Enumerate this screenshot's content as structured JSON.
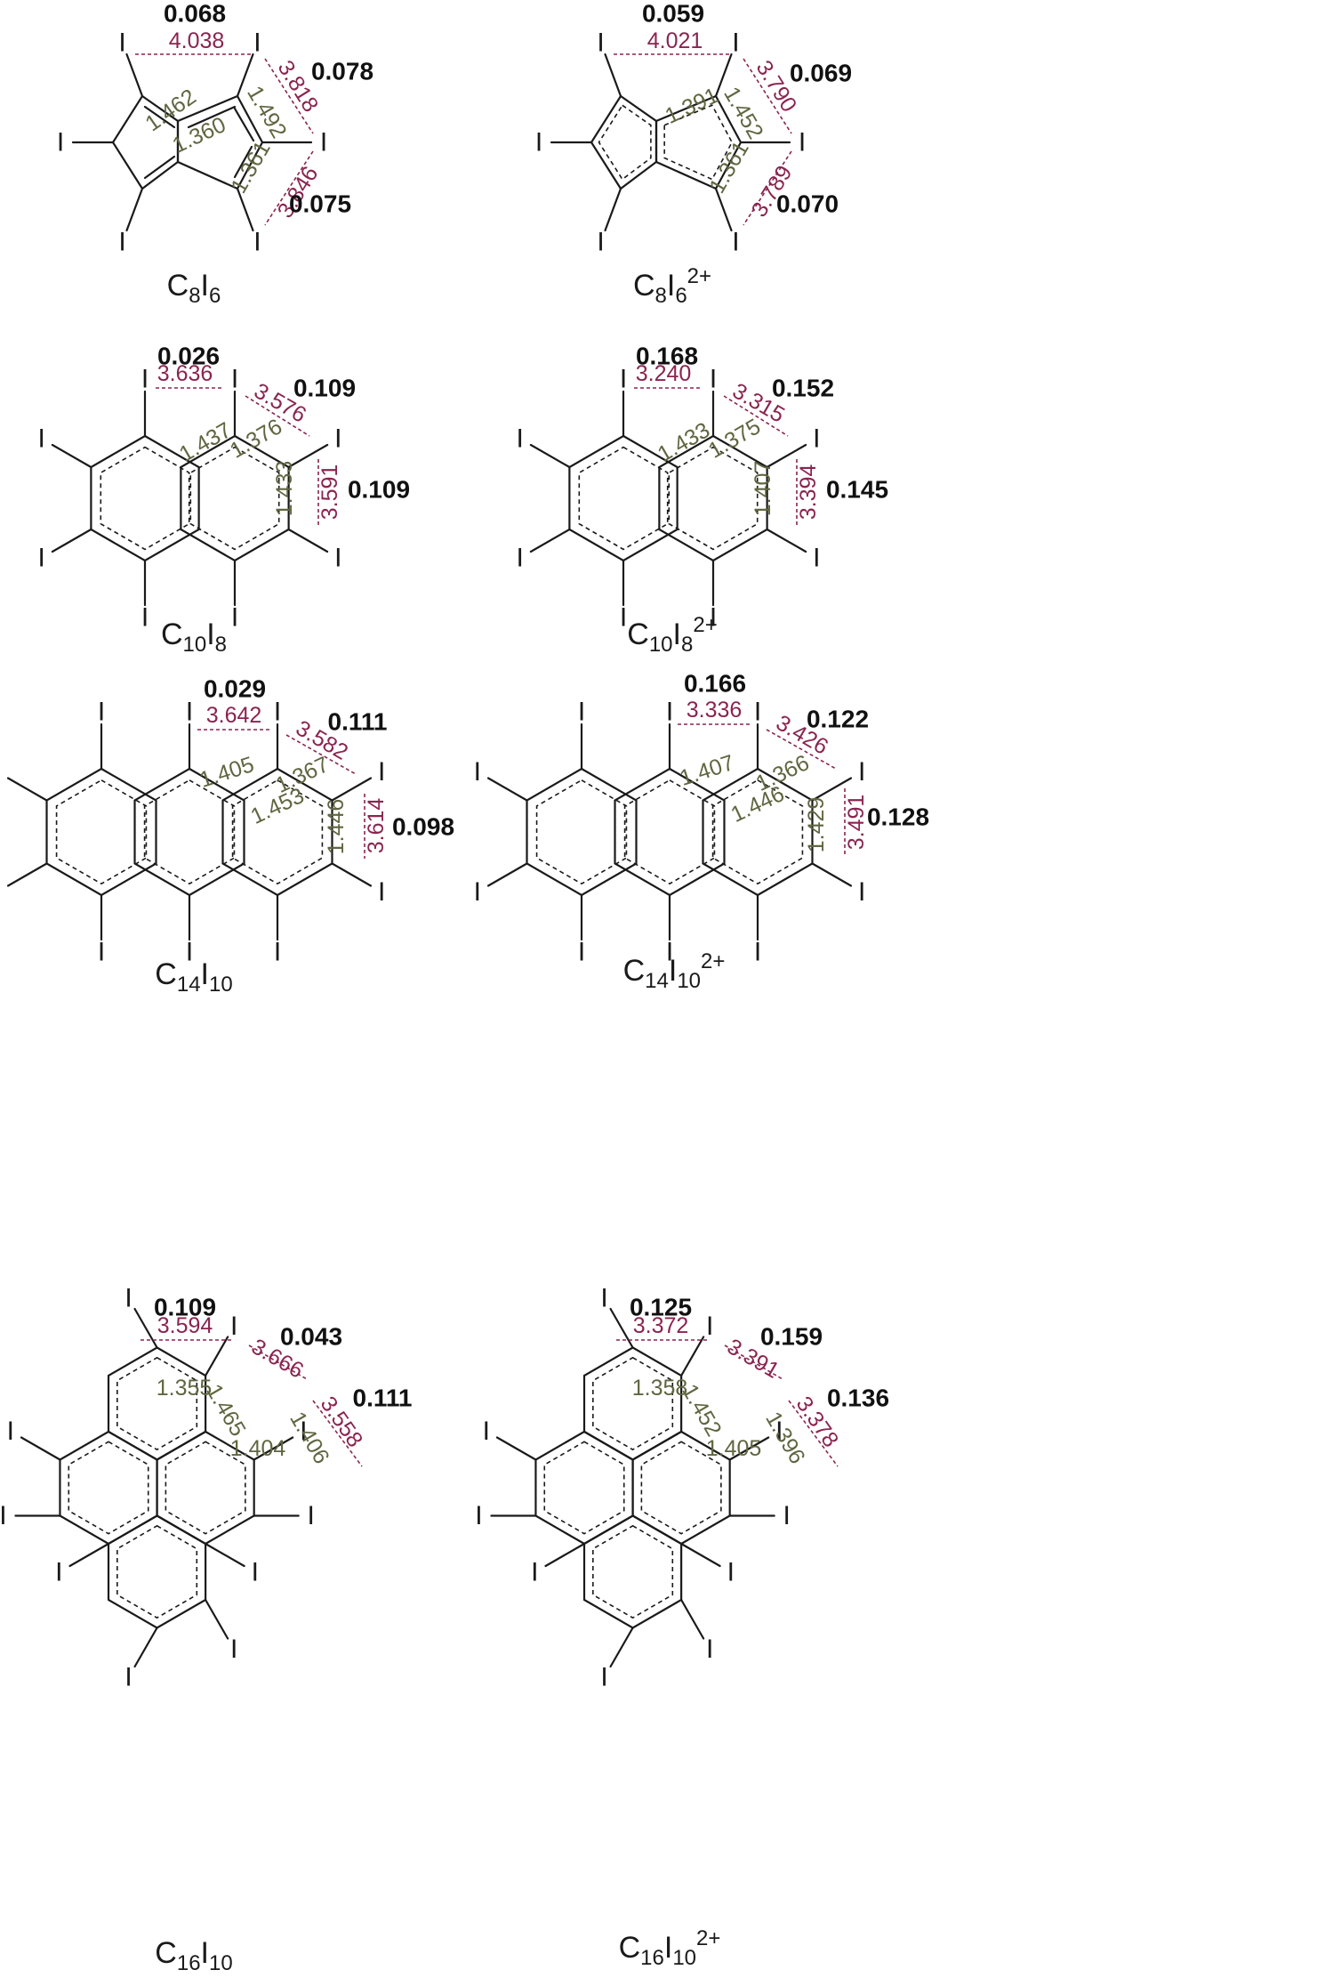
{
  "panels": [
    {
      "formula": {
        "parts": [
          [
            "C",
            ""
          ],
          [
            "8",
            "sub"
          ],
          [
            "I",
            ""
          ],
          [
            "6",
            "sub"
          ]
        ]
      },
      "bond_lengths": [
        "1.462",
        "1.360",
        "1.492",
        "1.361"
      ],
      "ii_distances": [
        "4.038",
        "3.818",
        "3.846"
      ],
      "bond_indices": [
        "0.068",
        "0.078",
        "0.075"
      ]
    },
    {
      "formula": {
        "parts": [
          [
            "C",
            ""
          ],
          [
            "8",
            "sub"
          ],
          [
            "I",
            ""
          ],
          [
            "6",
            "sub"
          ],
          [
            "2+",
            "sup"
          ]
        ]
      },
      "bond_lengths": [
        "1.391",
        "1.452",
        "1.361"
      ],
      "ii_distances": [
        "4.021",
        "3.790",
        "3.789"
      ],
      "bond_indices": [
        "0.059",
        "0.069",
        "0.070"
      ]
    },
    {
      "formula": {
        "parts": [
          [
            "C",
            ""
          ],
          [
            "10",
            "sub"
          ],
          [
            "I",
            ""
          ],
          [
            "8",
            "sub"
          ]
        ]
      },
      "bond_lengths": [
        "1.437",
        "1.376",
        "1.433"
      ],
      "ii_distances": [
        "3.636",
        "3.576",
        "3.591"
      ],
      "bond_indices": [
        "0.026",
        "0.109",
        "0.109"
      ]
    },
    {
      "formula": {
        "parts": [
          [
            "C",
            ""
          ],
          [
            "10",
            "sub"
          ],
          [
            "I",
            ""
          ],
          [
            "8",
            "sub"
          ],
          [
            "2+",
            "sup"
          ]
        ]
      },
      "bond_lengths": [
        "1.433",
        "1.375",
        "1.407"
      ],
      "ii_distances": [
        "3.240",
        "3.315",
        "3.394"
      ],
      "bond_indices": [
        "0.168",
        "0.152",
        "0.145"
      ]
    },
    {
      "formula": {
        "parts": [
          [
            "C",
            ""
          ],
          [
            "14",
            "sub"
          ],
          [
            "I",
            ""
          ],
          [
            "10",
            "sub"
          ]
        ]
      },
      "bond_lengths": [
        "1.405",
        "1.367",
        "1.453",
        "1.446"
      ],
      "ii_distances": [
        "3.642",
        "3.582",
        "3.614"
      ],
      "bond_indices": [
        "0.029",
        "0.111",
        "0.098"
      ]
    },
    {
      "formula": {
        "parts": [
          [
            "C",
            ""
          ],
          [
            "14",
            "sub"
          ],
          [
            "I",
            ""
          ],
          [
            "10",
            "sub"
          ],
          [
            "2+",
            "sup"
          ]
        ]
      },
      "bond_lengths": [
        "1.407",
        "1.366",
        "1.446",
        "1.429"
      ],
      "ii_distances": [
        "3.336",
        "3.426",
        "3.491"
      ],
      "bond_indices": [
        "0.166",
        "0.122",
        "0.128"
      ]
    },
    {
      "formula": {
        "parts": [
          [
            "C",
            ""
          ],
          [
            "16",
            "sub"
          ],
          [
            "I",
            ""
          ],
          [
            "10",
            "sub"
          ]
        ]
      },
      "bond_lengths": [
        "1.355",
        "1.465",
        "1.404",
        "1.406"
      ],
      "ii_distances": [
        "3.594",
        "3.666",
        "3.558"
      ],
      "bond_indices": [
        "0.109",
        "0.043",
        "0.111"
      ]
    },
    {
      "formula": {
        "parts": [
          [
            "C",
            ""
          ],
          [
            "16",
            "sub"
          ],
          [
            "I",
            ""
          ],
          [
            "10",
            "sub"
          ],
          [
            "2+",
            "sup"
          ]
        ]
      },
      "bond_lengths": [
        "1.358",
        "1.452",
        "1.405",
        "1.396"
      ],
      "ii_distances": [
        "3.372",
        "3.391",
        "3.378"
      ],
      "bond_indices": [
        "0.125",
        "0.159",
        "0.136"
      ]
    }
  ],
  "atom_label": "I",
  "colors": {
    "bond_length": "#606640",
    "ii_distance": "#8a2450",
    "bond_index": "#111111",
    "skeleton": "#1a1a1a"
  }
}
